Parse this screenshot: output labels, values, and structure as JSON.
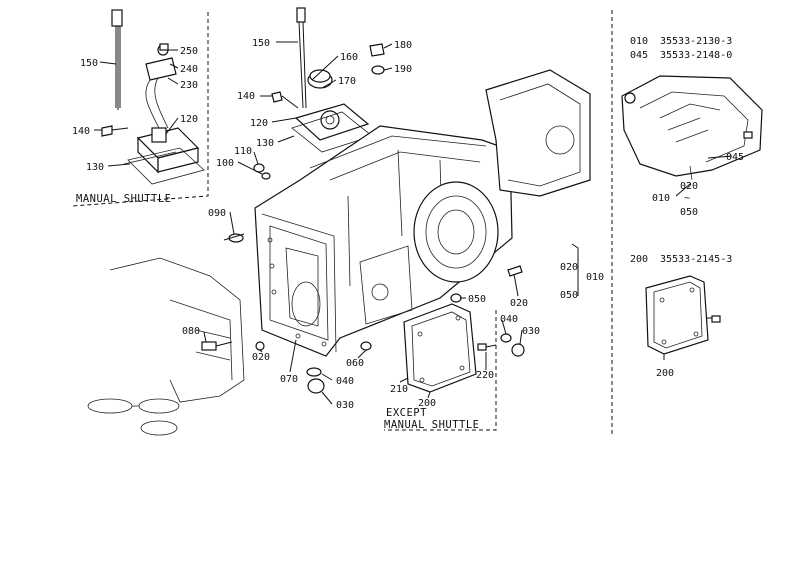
{
  "labels": {
    "l150a": "150",
    "l250": "250",
    "l240": "240",
    "l230": "230",
    "l120a": "120",
    "l140a": "140",
    "l130a": "130",
    "l150b": "150",
    "l160": "160",
    "l180": "180",
    "l190": "190",
    "l170": "170",
    "l140b": "140",
    "l120b": "120",
    "l130b": "130",
    "l110": "110",
    "l100": "100",
    "l090": "090",
    "l080": "080",
    "l020a": "020",
    "l070": "070",
    "l060": "060",
    "l040a": "040",
    "l030a": "030",
    "l050": "050",
    "l020b": "020",
    "l040b": "040",
    "l030b": "030",
    "l220": "220",
    "l210": "210",
    "l200a": "200",
    "l020r": "020",
    "l010r": "010",
    "l050r": "050",
    "i010": "010",
    "i020": "020",
    "i050": "050",
    "i045": "045",
    "i200": "200"
  },
  "captions": {
    "manual_shuttle": "MANUAL SHUTTLE",
    "except_line1": "EXCEPT",
    "except_line2": "MANUAL SHUTTLE"
  },
  "part_numbers": {
    "p010_code": "010",
    "p010_num": "35533-2130-3",
    "p045_code": "045",
    "p045_num": "35533-2148-0",
    "p200_code": "200",
    "p200_num": "35533-2145-3"
  },
  "tilde": "~"
}
